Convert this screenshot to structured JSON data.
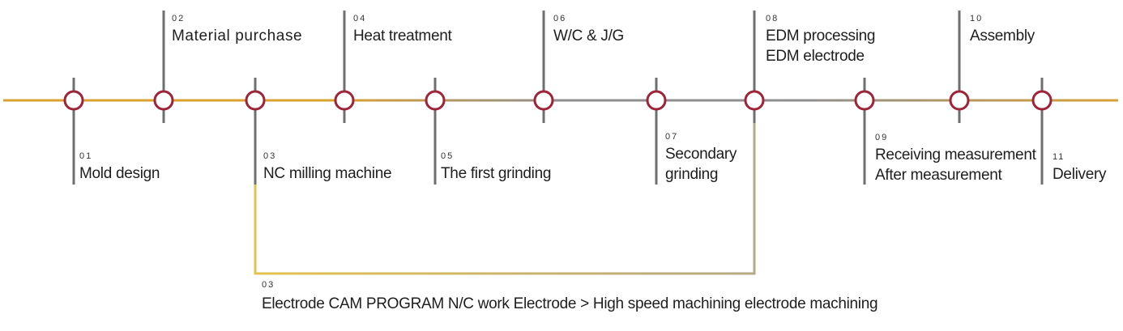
{
  "colors": {
    "main_line_left": "#d9a032",
    "main_line_mid": "#8f8f8f",
    "main_line_right": "#d9a032",
    "branch_line_left": "#e3c24e",
    "branch_line_right": "#b5a985",
    "stem": "#6f6f6f",
    "node_stroke": "#9e2537",
    "node_fill": "#ffffff",
    "text": "#1e1e1e"
  },
  "steps": [
    {
      "num": "01",
      "lines": [
        "Mold design"
      ],
      "position": "below"
    },
    {
      "num": "02",
      "lines": [
        "Material purchase"
      ],
      "position": "above"
    },
    {
      "num": "03",
      "lines": [
        "NC milling machine"
      ],
      "position": "below"
    },
    {
      "num": "04",
      "lines": [
        "Heat treatment"
      ],
      "position": "above"
    },
    {
      "num": "05",
      "lines": [
        "The first grinding"
      ],
      "position": "below"
    },
    {
      "num": "06",
      "lines": [
        "W/C & J/G"
      ],
      "position": "above"
    },
    {
      "num": "07",
      "lines": [
        "Secondary",
        "grinding"
      ],
      "position": "below"
    },
    {
      "num": "08",
      "lines": [
        "EDM processing",
        "EDM electrode"
      ],
      "position": "above"
    },
    {
      "num": "09",
      "lines": [
        "Receiving measurement",
        "After measurement"
      ],
      "position": "below"
    },
    {
      "num": "10",
      "lines": [
        "Assembly"
      ],
      "position": "above"
    },
    {
      "num": "11",
      "lines": [
        "Delivery"
      ],
      "position": "below"
    }
  ],
  "branch": {
    "num": "03",
    "text": "Electrode CAM PROGRAM N/C work Electrode  >  High speed machining electrode machining"
  }
}
